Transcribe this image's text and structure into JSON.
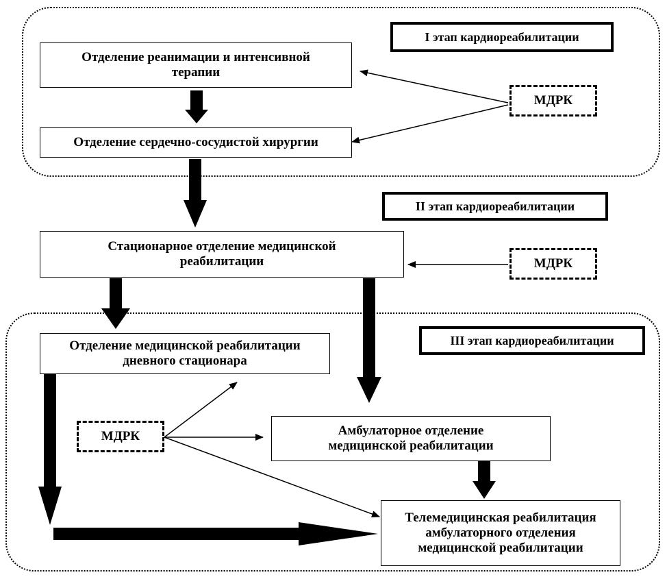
{
  "stages": {
    "stage1": "I этап кардиореабилитации",
    "stage2": "II этап кардиореабилитации",
    "stage3": "III этап кардиореабилитации"
  },
  "nodes": {
    "icu": {
      "line1": "Отделение реанимации и интенсивной",
      "line2": "терапии"
    },
    "cardiosurgery": {
      "line1": "Отделение сердечно-сосудистой хирургии"
    },
    "inpatient_rehab": {
      "line1": "Стационарное отделение медицинской",
      "line2": "реабилитации"
    },
    "day_hospital": {
      "line1": "Отделение медицинской реабилитации",
      "line2": "дневного стационара"
    },
    "outpatient": {
      "line1": "Амбулаторное отделение",
      "line2": "медицинской реабилитации"
    },
    "telemedicine": {
      "line1": "Телемедицинская реабилитация",
      "line2": "амбулаторного отделения",
      "line3": "медицинской реабилитации"
    }
  },
  "mdrk": {
    "label1": "МДРК",
    "label2": "МДРК",
    "label3": "МДРК"
  }
}
